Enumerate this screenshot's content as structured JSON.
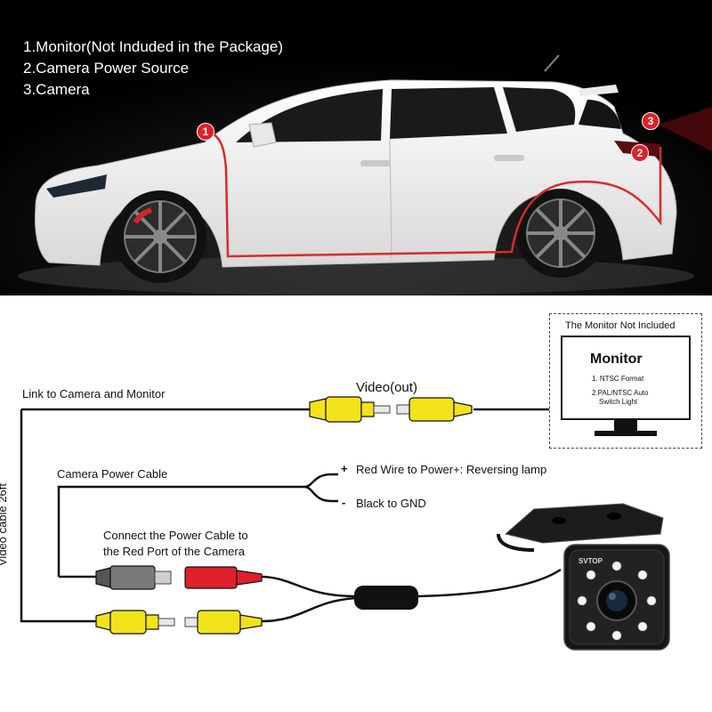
{
  "legend": {
    "item1": "1.Monitor(Not Induded in the Package)",
    "item2": "2.Camera Power Source",
    "item3": "3.Camera"
  },
  "markers": {
    "m1": "1",
    "m2": "2",
    "m3": "3"
  },
  "wiring": {
    "link_label": "Link to Camera and Monitor",
    "video_label": "Video(out)",
    "power_cable_label": "Camera Power Cable",
    "red_wire_sign": "+",
    "red_wire_label": "Red Wire to Power+: Reversing lamp",
    "black_wire_sign": "-",
    "black_wire_label": "Black to GND",
    "connect_line1": "Connect the Power Cable to",
    "connect_line2": "the Red Port of the Camera",
    "video_cable_label": "Video cable 26ft"
  },
  "monitor": {
    "not_included": "The Monitor Not Included",
    "title": "Monitor",
    "spec1": "1. NTSC Format",
    "spec2_line1": "2.PAL/NTSC Auto",
    "spec2_line2": "Switch Light"
  },
  "camera": {
    "brand": "SVTOP"
  },
  "colors": {
    "yellow": "#f2e21a",
    "red": "#e0202a",
    "black": "#111111",
    "white": "#ffffff"
  }
}
